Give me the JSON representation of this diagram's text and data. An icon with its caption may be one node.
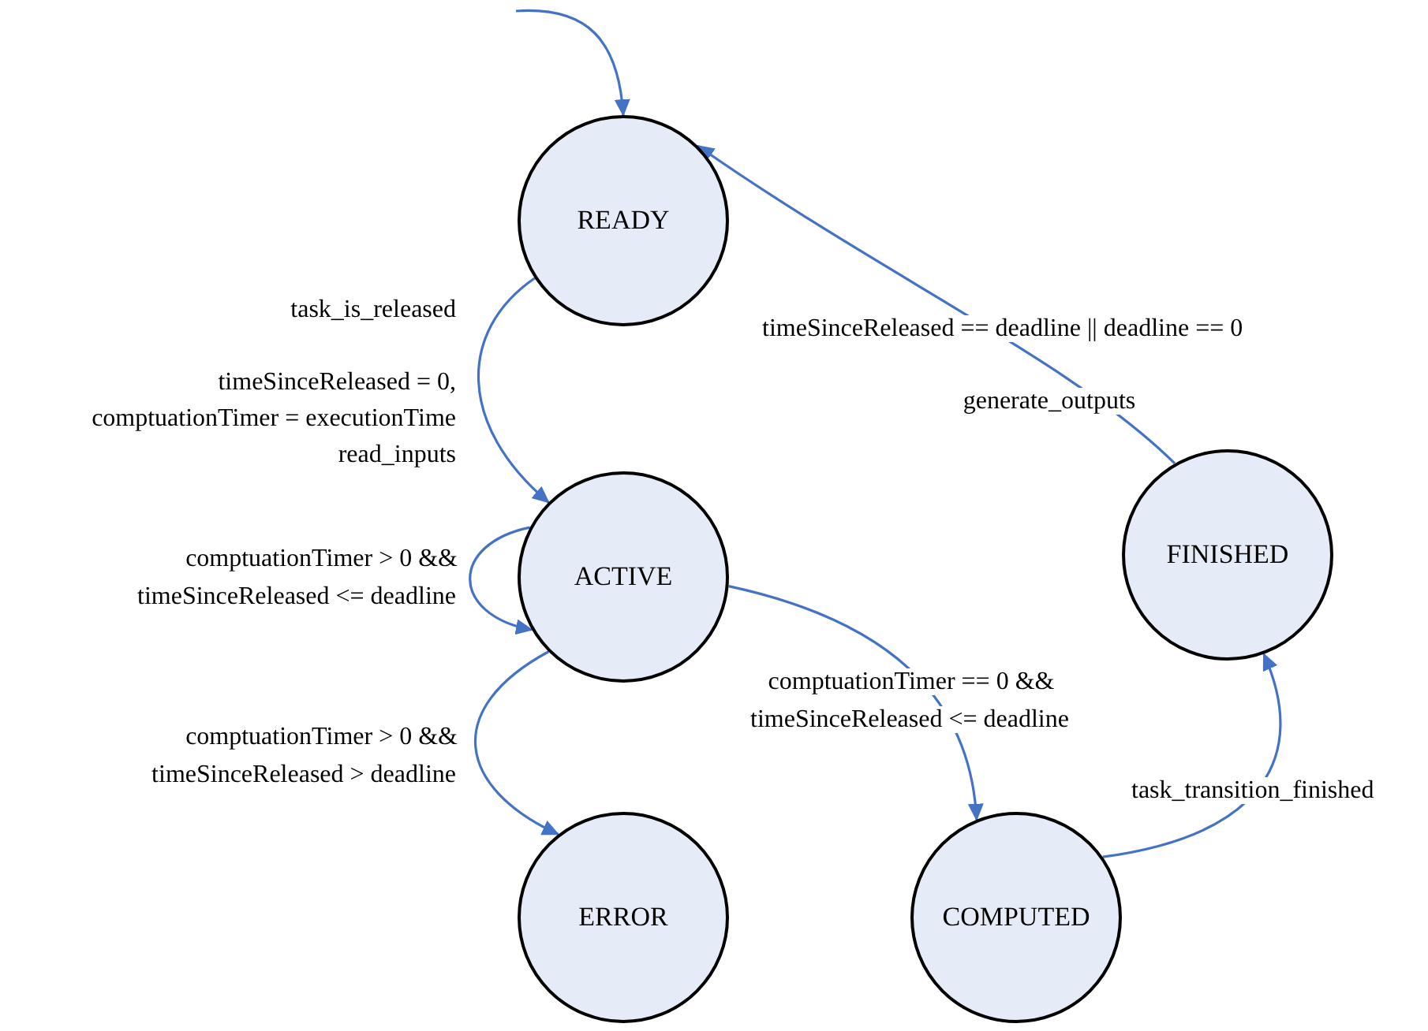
{
  "diagram": {
    "nodes": [
      {
        "text": [
          "READY"
        ]
      },
      {
        "text": [
          "ACTIVE"
        ]
      },
      {
        "text": [
          "ERROR"
        ]
      },
      {
        "text": [
          "COMPUTED"
        ]
      },
      {
        "text": [
          "FINISHED"
        ]
      }
    ],
    "edges": [
      {
        "from": null,
        "to": 0,
        "arrow": "to"
      },
      {
        "from": 0,
        "to": 1,
        "arrow": "to",
        "label": "task_is_released"
      },
      {
        "from": 1,
        "to": 1,
        "arrow": "to",
        "label": "comptuationTimer > 0 && timeSinceReleased <= deadline"
      },
      {
        "from": 1,
        "to": 2,
        "arrow": "to",
        "label": "comptuationTimer > 0 && timeSinceReleased > deadline"
      },
      {
        "from": 1,
        "to": 3,
        "arrow": "to",
        "label": "comptuationTimer == 0 && timeSinceReleased <= deadline"
      },
      {
        "from": 3,
        "to": 4,
        "arrow": "to",
        "label": "task_transition_finished"
      },
      {
        "from": 4,
        "to": 0,
        "arrow": "to",
        "label": "timeSinceReleased == deadline || deadline == 0"
      }
    ],
    "labels": [
      "timeSinceReleased = 0,",
      "generate_outputs",
      "comptuationTimer = executionTime",
      "read_inputs"
    ]
  }
}
